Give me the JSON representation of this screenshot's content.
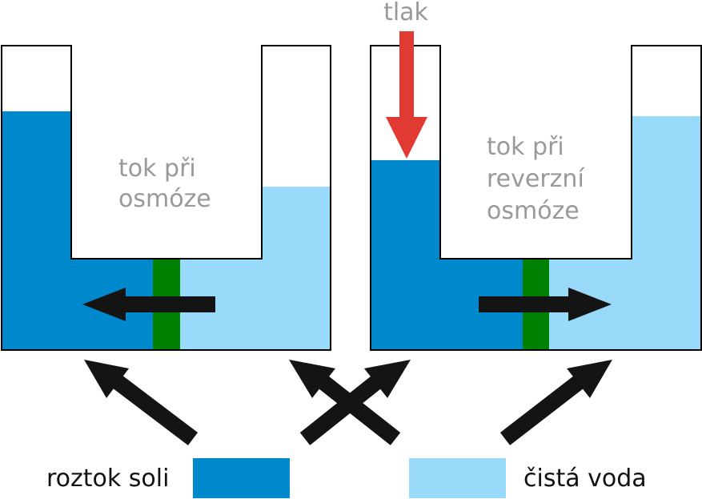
{
  "colors": {
    "salt_solution": "#0088cc",
    "pure_water": "#99dafa",
    "membrane": "#008000",
    "arrow": "#141414",
    "pressure_arrow": "#e03a33",
    "outline": "#000000"
  },
  "left_tank": {
    "label_line1": "tok při",
    "label_line2": "osmóze"
  },
  "right_tank": {
    "label_line1": "tok při",
    "label_line2": "reverzní",
    "label_line3": "osmóze"
  },
  "pressure": {
    "label": "tlak"
  },
  "legend": {
    "salt_label": "roztok soli",
    "water_label": "čistá voda"
  }
}
